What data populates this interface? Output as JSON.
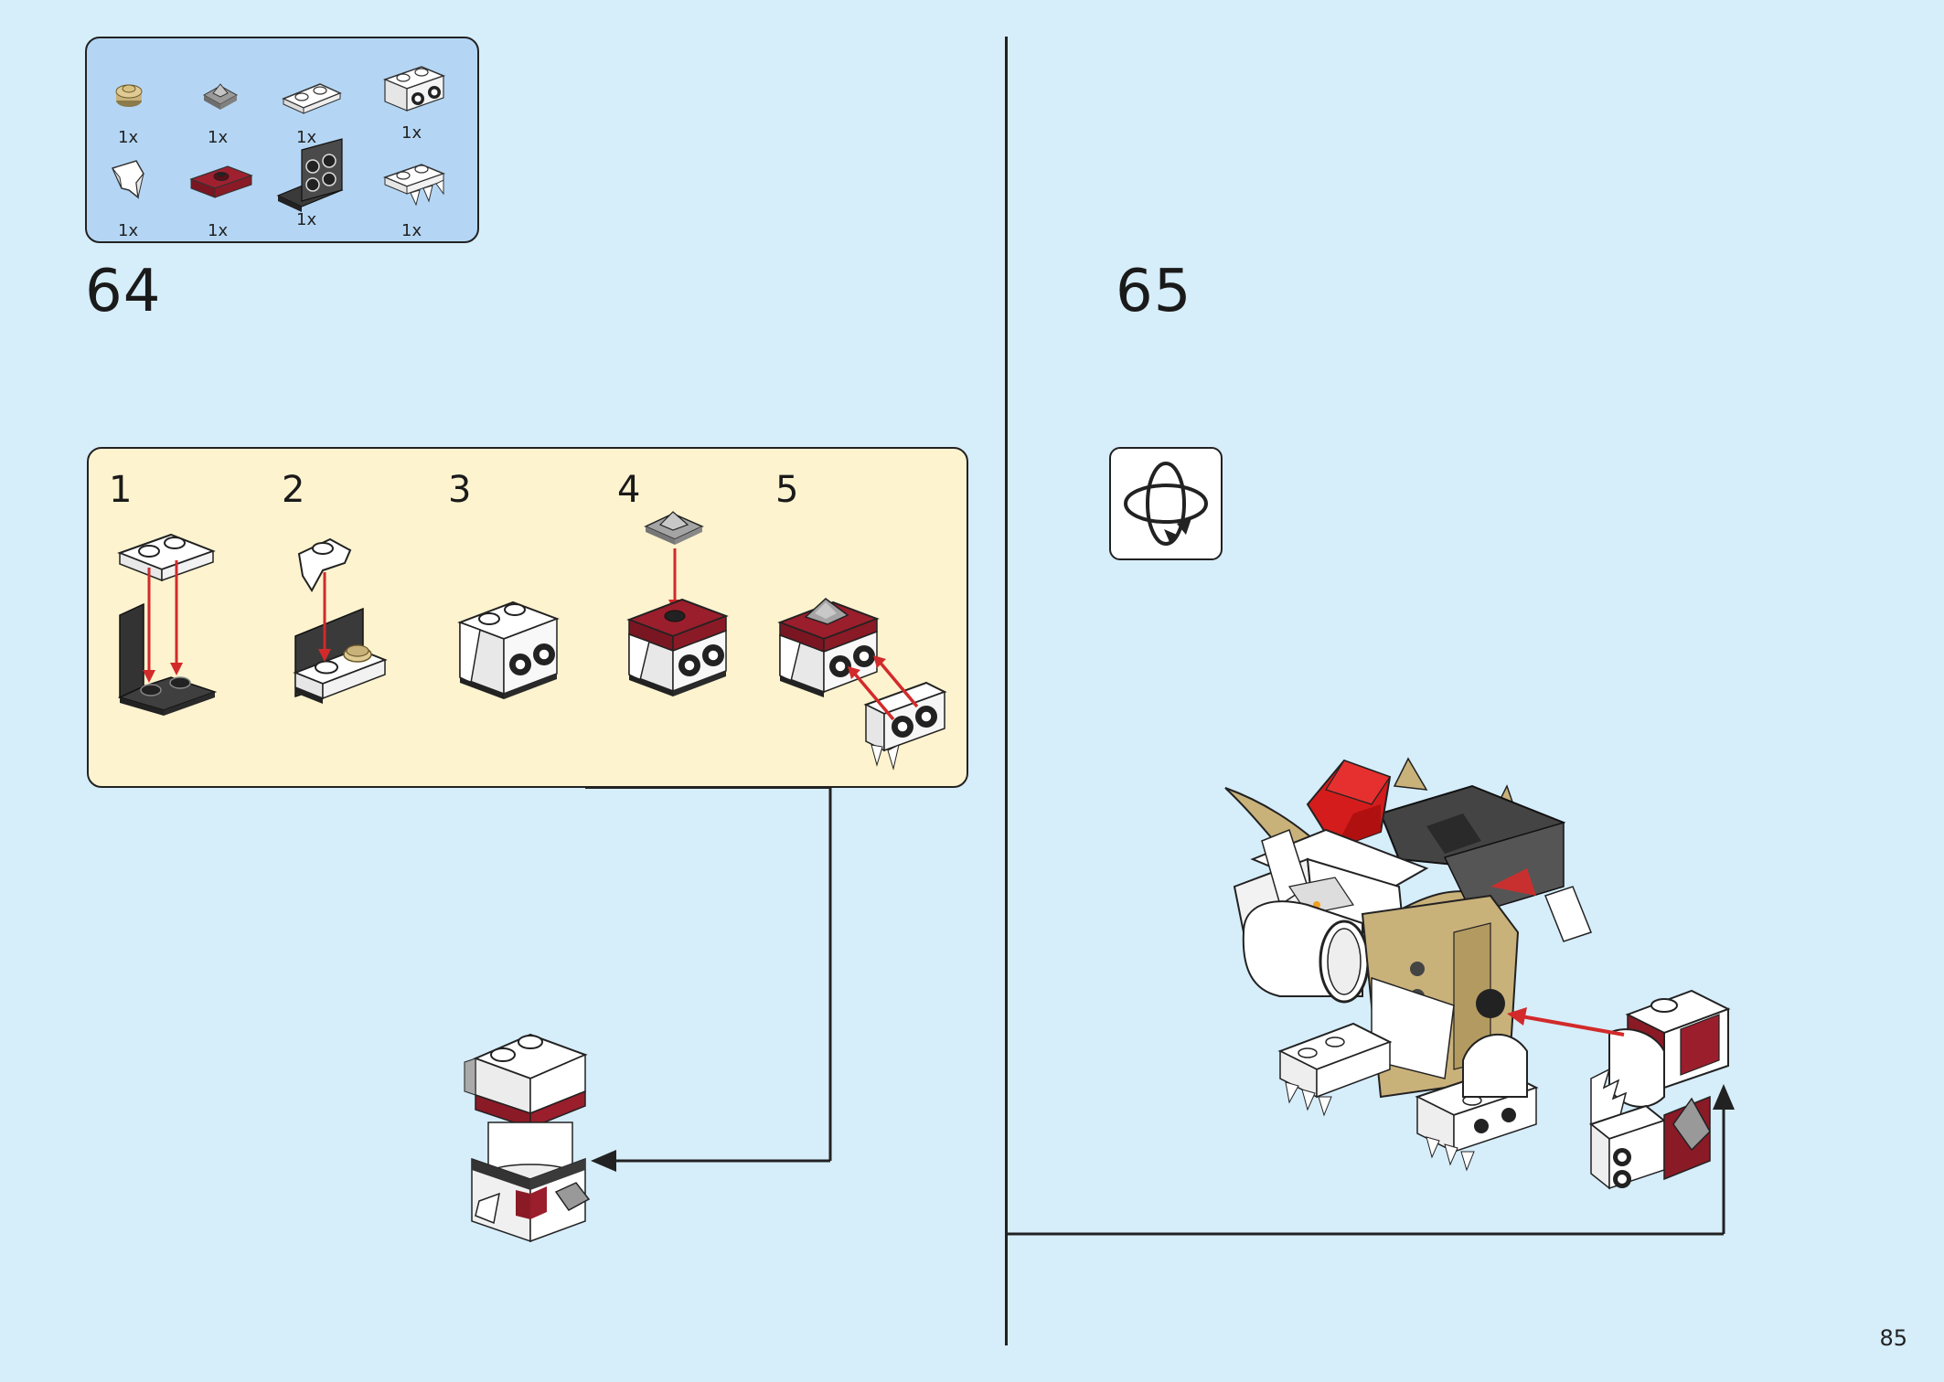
{
  "parts_list": [
    {
      "qty": "1x",
      "name": "tan-round-plate"
    },
    {
      "qty": "1x",
      "name": "gray-pyramid-tile"
    },
    {
      "qty": "1x",
      "name": "white-plate-1x2"
    },
    {
      "qty": "1x",
      "name": "white-brick-with-studs-side"
    },
    {
      "qty": "1x",
      "name": "white-tooth-piece"
    },
    {
      "qty": "1x",
      "name": "dark-red-jumper-plate"
    },
    {
      "qty": "1x",
      "name": "black-bracket-plate"
    },
    {
      "qty": "1x",
      "name": "white-plate-with-teeth"
    }
  ],
  "steps": {
    "left": "64",
    "right": "65"
  },
  "sub_steps": [
    "1",
    "2",
    "3",
    "4",
    "5"
  ],
  "page_number": "85",
  "colors": {
    "background": "#d6edfa",
    "parts_box": "#b4d6f4",
    "sub_box": "#fdf3cf",
    "arrow_red": "#d22a2a",
    "dark_red": "#8a1a26",
    "tan": "#c9b17a",
    "red_shell": "#d41c1c"
  },
  "icons": [
    "rotate-model-icon"
  ]
}
